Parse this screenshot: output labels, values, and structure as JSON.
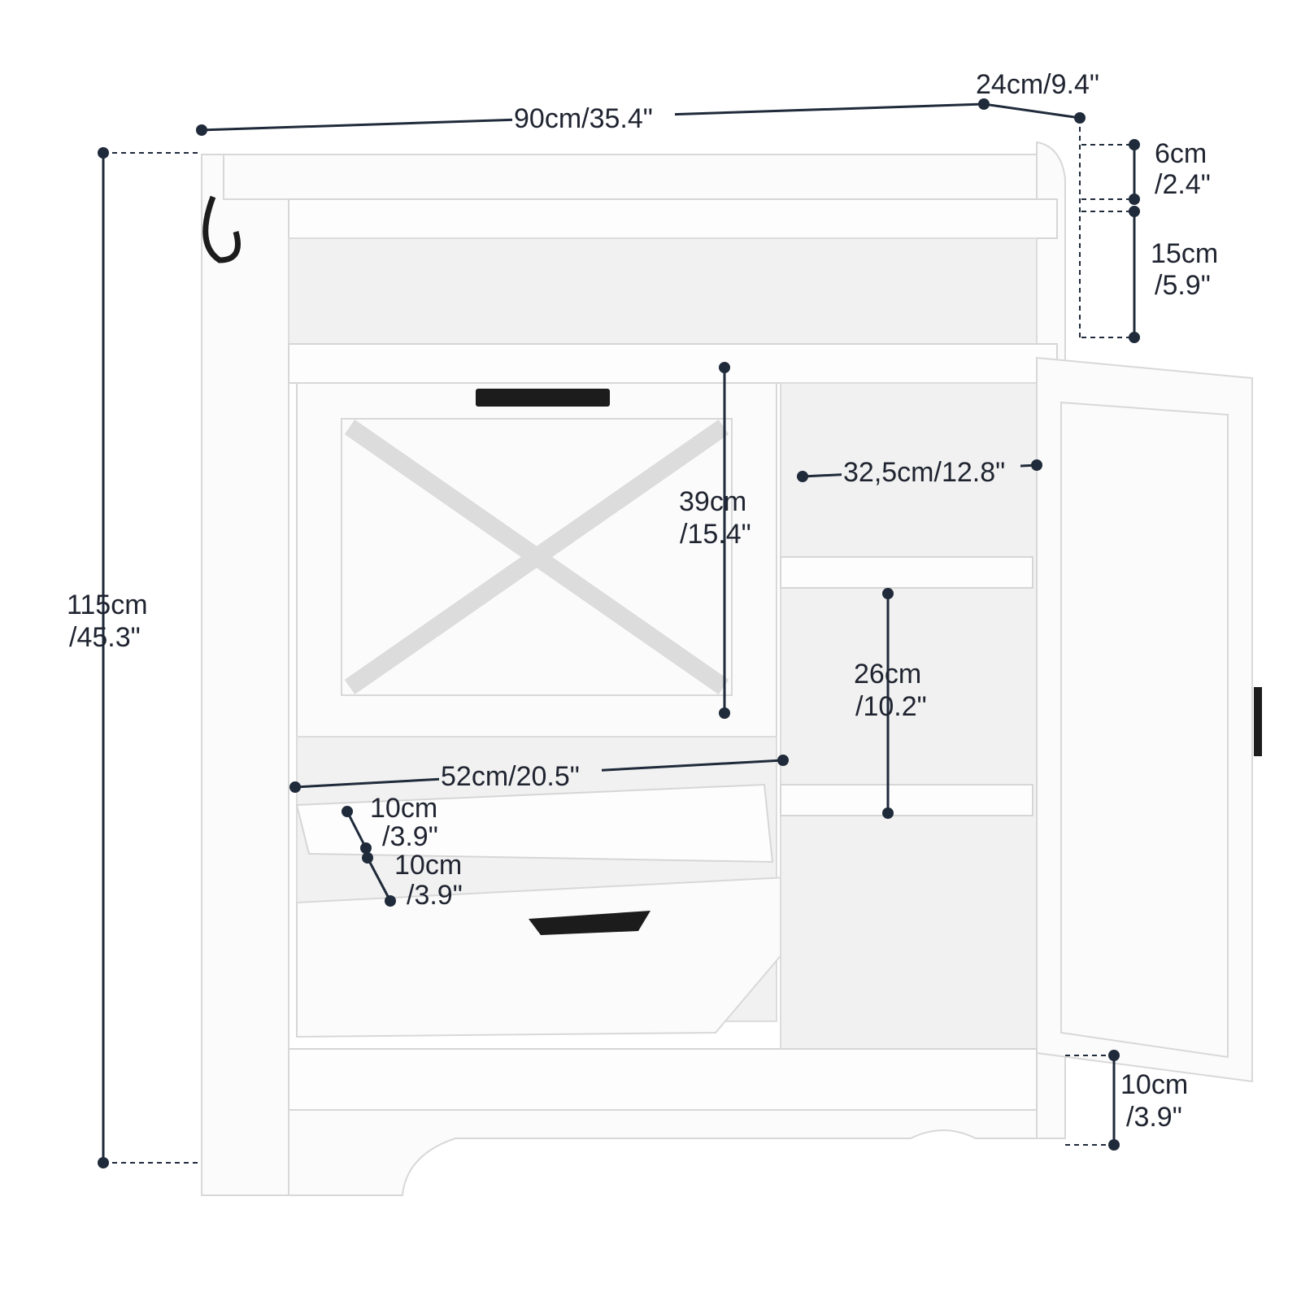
{
  "title": "Shoe cabinet dimensions",
  "dimensions": {
    "width": "90cm/35.4\"",
    "depth": "24cm/9.4\"",
    "top_rail": {
      "cm": "6cm",
      "in": "/2.4\""
    },
    "open_shelf": {
      "cm": "15cm",
      "in": "/5.9\""
    },
    "height": {
      "cm": "115cm",
      "in": "/45.3\""
    },
    "flip_door": {
      "cm": "39cm",
      "in": "/15.4\""
    },
    "cabinet_width": "32,5cm/12.8\"",
    "shelf_gap": {
      "cm": "26cm",
      "in": "/10.2\""
    },
    "drawer_width": "52cm/20.5\"",
    "slot_1": {
      "cm": "10cm",
      "in": "/3.9\""
    },
    "slot_2": {
      "cm": "10cm",
      "in": "/3.9\""
    },
    "base": {
      "cm": "10cm",
      "in": "/3.9\""
    }
  }
}
